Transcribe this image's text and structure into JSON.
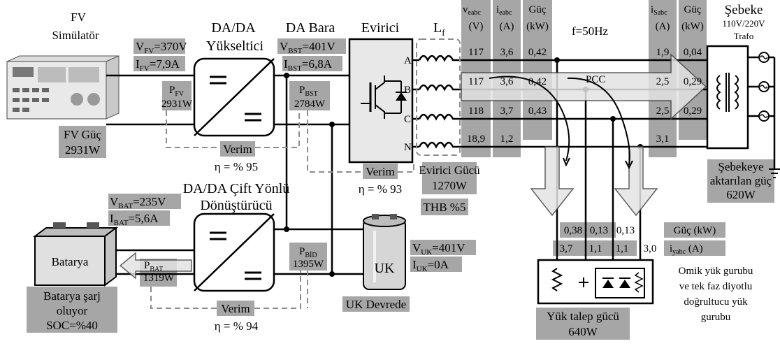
{
  "pv": {
    "title_1": "FV",
    "title_2": "Simülatör",
    "power_1": "FV Güç",
    "power_2": "2931W",
    "v_sym": "V",
    "v_sub": "FV",
    "v_val": "=370V",
    "i_sym": "I",
    "i_sub": "FV",
    "i_val": "=7,9A",
    "p_sym": "P",
    "p_sub": "FV",
    "p_val": "2931W"
  },
  "boost": {
    "title_1": "DA/DA",
    "title_2": "Yükseltici",
    "eff_label": "Verim",
    "eff_value": "η = % 95"
  },
  "dc_bus": {
    "title": "DA Bara",
    "v_sym": "V",
    "v_sub": "BST",
    "v_val": "=401V",
    "i_sym": "I",
    "i_sub": "BST",
    "i_val": "=6,8A",
    "p_sym": "P",
    "p_sub": "BST",
    "p_val": "2784W"
  },
  "inverter": {
    "title": "Evirici",
    "lf_sym": "L",
    "lf_sub": "f",
    "phases": [
      "A",
      "B",
      "C",
      "N"
    ],
    "eff_label": "Verim",
    "eff_value": "η = % 93",
    "power_label": "Evirici Gücü",
    "power_value": "1270W",
    "thd": "THB %5"
  },
  "inverter_table": {
    "headers": [
      {
        "sym": "v",
        "sub": "eabc",
        "unit": "(V)"
      },
      {
        "sym": "i",
        "sub": "eabc",
        "unit": "(A)"
      },
      {
        "sym": "Güç",
        "sub": "",
        "unit": "(kW)"
      }
    ],
    "rows": [
      [
        "117",
        "3,6",
        "0,42"
      ],
      [
        "117",
        "3,6",
        "0,42"
      ],
      [
        "118",
        "3,7",
        "0,43"
      ],
      [
        "18,9",
        "1,2",
        ""
      ]
    ]
  },
  "freq": "f=50Hz",
  "pcc": "PCC",
  "grid_table": {
    "headers": [
      {
        "sym": "i",
        "sub": "Sabc",
        "unit": "(A)"
      },
      {
        "sym": "Güç",
        "sub": "",
        "unit": "(kW)"
      }
    ],
    "rows": [
      [
        "1,9",
        "0,04"
      ],
      [
        "2,5",
        "0,29"
      ],
      [
        "2,5",
        "0,29"
      ],
      [
        "3,1",
        ""
      ]
    ]
  },
  "grid": {
    "title": "Şebeke",
    "voltage": "110V/220V",
    "trafo": "Trafo",
    "delivered_1": "Şebekeye",
    "delivered_2": "aktarılan güç",
    "delivered_3": "620W"
  },
  "bidir": {
    "title_1": "DA/DA Çift Yönlü",
    "title_2": "Dönüştürücü",
    "p_sym": "P",
    "p_sub": "BİD",
    "p_val": "1395W",
    "eff_label": "Verim",
    "eff_value": "η = % 94"
  },
  "battery": {
    "name": "Batarya",
    "v_sym": "V",
    "v_sub": "BAT",
    "v_val": "=235V",
    "i_sym": "I",
    "i_sub": "BAT",
    "i_val": "=5,6A",
    "p_sym": "P",
    "p_sub": "BAT",
    "p_val": "1319W",
    "status_1": "Batarya şarj",
    "status_2": "oluyor",
    "status_3": "SOC=%40"
  },
  "uc": {
    "name": "UK",
    "v_sym": "V",
    "v_sub": "UK",
    "v_val": "=401V",
    "i_sym": "I",
    "i_sub": "UK",
    "i_val": "=0A",
    "status": "UK Devrede"
  },
  "load": {
    "power_values": [
      "0,38",
      "0,13",
      "0,13"
    ],
    "power_label": "Güç (kW)",
    "current_values": [
      "3,7",
      "1,1",
      "1,1",
      "3,0"
    ],
    "current_sym": "i",
    "current_sub": "yabc",
    "current_unit": " (A)",
    "desc_1": "Omik yük gurubu",
    "desc_2": "ve tek faz diyotlu",
    "desc_3": "doğrultucu yük",
    "desc_4": "gurubu",
    "demand_1": "Yük talep gücü",
    "demand_2": "640W"
  },
  "colors": {
    "label_bg": "#a6a6a6",
    "panel_bg": "#e8e8e8",
    "arrow_fill": "#e3e3e3",
    "line": "#000000",
    "dashed": "#8c8c8c"
  }
}
